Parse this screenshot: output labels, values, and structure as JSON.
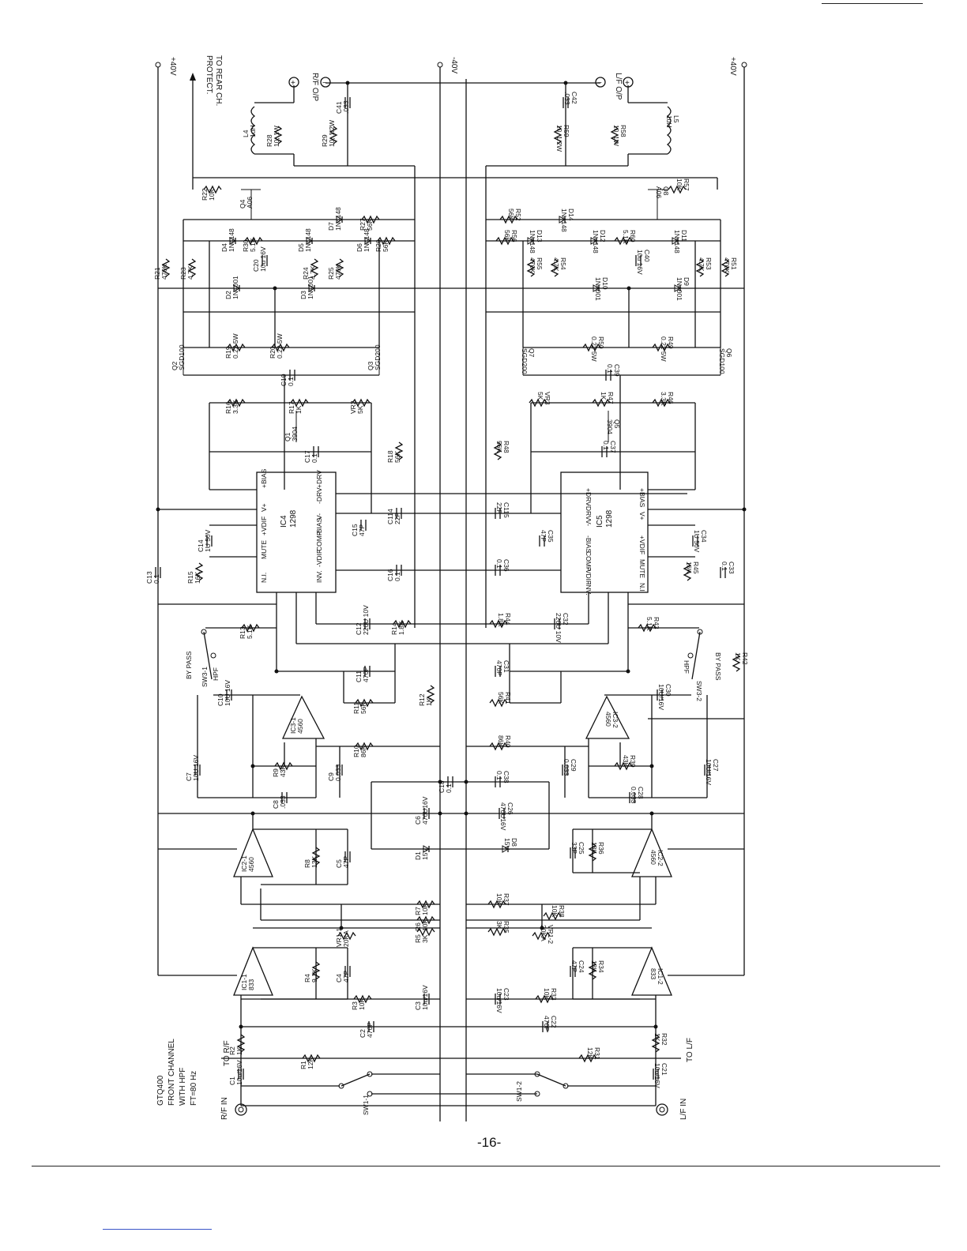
{
  "page_number": "-16-",
  "title_block": {
    "model": "GTQ400",
    "line2": "FRONT CHANNEL",
    "line3": "WITH HPF",
    "line4": "FT=80 Hz"
  },
  "supply": {
    "plus_left": "+40V",
    "minus_center": "-40V",
    "plus_right": "+40V"
  },
  "protect": {
    "line1": "PROTECT.",
    "line2": "TO REAR CH."
  },
  "outputs": {
    "rf": "R/F O/P",
    "lf": "L/F O/P",
    "plus": "+",
    "minus": "−"
  },
  "inputs": {
    "rf_in": "R/F IN",
    "lf_in": "L/F IN",
    "to_rf": "TO R/F",
    "to_lf": "TO L/F"
  },
  "switches": {
    "bypass_left": "BY PASS",
    "hpf_left": "HPF",
    "sw3_1": "SW3-1",
    "bypass_right": "BY PASS",
    "hpf_right": "HPF",
    "sw3_2": "SW3-2",
    "sw1_1": "SW1-1",
    "sw1_2": "SW1-2"
  },
  "ic_power": {
    "ic4": {
      "name": "IC4",
      "part": "1298",
      "pins_top": [
        "N.I.",
        "MUTE",
        "+VDIF",
        "V+",
        "+BIAS"
      ],
      "pins_bottom": [
        "INV.",
        "-VDIF",
        "COMP",
        "-BIAS",
        "V-",
        "-DRV",
        "+DRV"
      ]
    },
    "ic5": {
      "name": "IC5",
      "part": "1298",
      "pins_top": [
        "N.I.",
        "MUTE",
        "+VDIF",
        "V+",
        "+BIAS"
      ],
      "pins_bottom": [
        "INV.",
        "-VDIF",
        "COMP",
        "-BIAS",
        "V-",
        "-DRV",
        "+DRV"
      ]
    }
  },
  "opamps": [
    {
      "id": "ic3_1",
      "name": "IC3-1",
      "part": "4560"
    },
    {
      "id": "ic3_2",
      "name": "IC3-2",
      "part": "4560"
    },
    {
      "id": "ic2_1",
      "name": "IC2-1",
      "part": "4560"
    },
    {
      "id": "ic2_2",
      "name": "IC2-2",
      "part": "4560"
    },
    {
      "id": "ic1_1",
      "name": "IC1-1",
      "part": "833"
    },
    {
      "id": "ic1_2",
      "name": "IC1-2",
      "part": "833"
    }
  ],
  "transistors": [
    {
      "id": "q2",
      "name": "Q2",
      "part": "SGD100"
    },
    {
      "id": "q3",
      "name": "Q3",
      "part": "SGD200"
    },
    {
      "id": "q7",
      "name": "Q7",
      "part": "SGD200"
    },
    {
      "id": "q6",
      "name": "Q6",
      "part": "SGD100"
    },
    {
      "id": "q4",
      "name": "Q4",
      "part": "A06"
    },
    {
      "id": "q8",
      "name": "Q8",
      "part": "A06"
    },
    {
      "id": "q1",
      "name": "Q1",
      "part": "3904"
    },
    {
      "id": "q5",
      "name": "Q5",
      "part": "3904"
    }
  ],
  "resistors": [
    {
      "id": "r28",
      "name": "R28",
      "value": "10, 1W"
    },
    {
      "id": "r29",
      "name": "R29",
      "value": "10, 1/2W"
    },
    {
      "id": "r59",
      "name": "R59",
      "value": "10, 1/2W"
    },
    {
      "id": "r58",
      "name": "R58",
      "value": "10, 1W"
    },
    {
      "id": "r22",
      "name": "R22",
      "value": "10K"
    },
    {
      "id": "r57",
      "name": "R57",
      "value": "10K"
    },
    {
      "id": "r30",
      "name": "R30",
      "value": "5.1K"
    },
    {
      "id": "r60",
      "name": "R60",
      "value": "5.1K"
    },
    {
      "id": "r21",
      "name": "R21",
      "value": "470K"
    },
    {
      "id": "r51",
      "name": "R51",
      "value": "470K"
    },
    {
      "id": "r23",
      "name": "R23",
      "value": "4.7K"
    },
    {
      "id": "r53",
      "name": "R53",
      "value": "4.7K"
    },
    {
      "id": "r24",
      "name": "R24",
      "value": "4.7K"
    },
    {
      "id": "r54",
      "name": "R54",
      "value": "4.7K"
    },
    {
      "id": "r25",
      "name": "R25",
      "value": "470K"
    },
    {
      "id": "r55",
      "name": "R55",
      "value": "470K"
    },
    {
      "id": "r26",
      "name": "R26",
      "value": "56K"
    },
    {
      "id": "r56",
      "name": "R56",
      "value": "56K"
    },
    {
      "id": "r27",
      "name": "R27",
      "value": "56K"
    },
    {
      "id": "r52",
      "name": "R52",
      "value": "56K"
    },
    {
      "id": "r19",
      "name": "R19",
      "value": "0.22 5W"
    },
    {
      "id": "r20",
      "name": "R20",
      "value": "0.22 5W"
    },
    {
      "id": "r50",
      "name": "R50",
      "value": "0.22 5W"
    },
    {
      "id": "r49",
      "name": "R49",
      "value": "0.22 5W"
    },
    {
      "id": "r16",
      "name": "R16",
      "value": "3.3K"
    },
    {
      "id": "r17",
      "name": "R17",
      "value": "1K"
    },
    {
      "id": "vr2",
      "name": "VR2",
      "value": "5K"
    },
    {
      "id": "vr3",
      "name": "VR3",
      "value": "5K"
    },
    {
      "id": "r47",
      "name": "R47",
      "value": "1K"
    },
    {
      "id": "r46",
      "name": "R46",
      "value": "3.3K"
    },
    {
      "id": "r18",
      "name": "R18",
      "value": "56K"
    },
    {
      "id": "r48",
      "name": "R48",
      "value": "56K"
    },
    {
      "id": "r15",
      "name": "R15",
      "value": "16K"
    },
    {
      "id": "r45",
      "name": "R45",
      "value": "16K"
    },
    {
      "id": "r14",
      "name": "R14",
      "value": "1.8K"
    },
    {
      "id": "r44",
      "name": "R44",
      "value": "1.8K"
    },
    {
      "id": "r13",
      "name": "R13",
      "value": "5.1K"
    },
    {
      "id": "r43",
      "name": "R43",
      "value": "5.1K"
    },
    {
      "id": "r42",
      "name": "R42",
      "value": "1K"
    },
    {
      "id": "r12",
      "name": "R12",
      "value": "1K"
    },
    {
      "id": "r11",
      "name": "R11",
      "value": "56K"
    },
    {
      "id": "r41",
      "name": "R41",
      "value": "56K"
    },
    {
      "id": "r10",
      "name": "R10",
      "value": "86K"
    },
    {
      "id": "r40",
      "name": "R40",
      "value": "86K"
    },
    {
      "id": "r9",
      "name": "R9",
      "value": "43K"
    },
    {
      "id": "r39",
      "name": "R39",
      "value": "43K"
    },
    {
      "id": "r8",
      "name": "R8",
      "value": "13K"
    },
    {
      "id": "r36",
      "name": "R36",
      "value": "18K"
    },
    {
      "id": "r7",
      "name": "R7",
      "value": "10K"
    },
    {
      "id": "r37",
      "name": "R37",
      "value": "10K"
    },
    {
      "id": "r6",
      "name": "R6",
      "value": "10K"
    },
    {
      "id": "r38",
      "name": "R38",
      "value": "10K"
    },
    {
      "id": "r5",
      "name": "R5",
      "value": "3K"
    },
    {
      "id": "r35",
      "name": "R35",
      "value": "3K"
    },
    {
      "id": "vr1_1",
      "name": "VR1-1",
      "value": "20KA"
    },
    {
      "id": "vr1_2",
      "name": "VR1-2",
      "value": "20KA"
    },
    {
      "id": "r4",
      "name": "R4",
      "value": "9.1K"
    },
    {
      "id": "r34",
      "name": "R34",
      "value": "18K"
    },
    {
      "id": "r3",
      "name": "R3",
      "value": "10K"
    },
    {
      "id": "r33",
      "name": "R33",
      "value": "10K"
    },
    {
      "id": "r2",
      "name": "R2",
      "value": "1K"
    },
    {
      "id": "r32",
      "name": "R32",
      "value": "1K"
    },
    {
      "id": "r1",
      "name": "R1",
      "value": "12K"
    },
    {
      "id": "r31",
      "name": "R31",
      "value": "12K"
    }
  ],
  "capacitors": [
    {
      "id": "c41",
      "name": "C41",
      "value": ".033"
    },
    {
      "id": "c42",
      "name": "C42",
      "value": ".033"
    },
    {
      "id": "c20",
      "name": "C20",
      "value": "10u 16V"
    },
    {
      "id": "c40",
      "name": "C40",
      "value": "10u 16V"
    },
    {
      "id": "c19",
      "name": "C19",
      "value": "0.1"
    },
    {
      "id": "c39",
      "name": "C39",
      "value": "0.1"
    },
    {
      "id": "c17",
      "name": "C17",
      "value": "0.1"
    },
    {
      "id": "c37",
      "name": "C37",
      "value": "0.1"
    },
    {
      "id": "c13",
      "name": "C13",
      "value": "0.1"
    },
    {
      "id": "c33",
      "name": "C33",
      "value": "0.1"
    },
    {
      "id": "c14",
      "name": "C14",
      "value": "1U 50V"
    },
    {
      "id": "c34",
      "name": "C34",
      "value": "1U 50V"
    },
    {
      "id": "c15",
      "name": "C15",
      "value": "47P"
    },
    {
      "id": "c35",
      "name": "C35",
      "value": "47P"
    },
    {
      "id": "c114",
      "name": "C114",
      "value": "22P"
    },
    {
      "id": "c115",
      "name": "C115",
      "value": "22P"
    },
    {
      "id": "c16",
      "name": "C16",
      "value": "0.1"
    },
    {
      "id": "c36",
      "name": "C36",
      "value": "0.1"
    },
    {
      "id": "c12",
      "name": "C12",
      "value": "220U 10V"
    },
    {
      "id": "c32",
      "name": "C32",
      "value": "220U 10V"
    },
    {
      "id": "c11",
      "name": "C11",
      "value": "470P"
    },
    {
      "id": "c31",
      "name": "C31",
      "value": "470P"
    },
    {
      "id": "c10",
      "name": "C10",
      "value": "10U 16V"
    },
    {
      "id": "c30",
      "name": "C30",
      "value": "10U/16V"
    },
    {
      "id": "c7",
      "name": "C7",
      "value": "10U 16V"
    },
    {
      "id": "c27",
      "name": "C27",
      "value": "10U/16V"
    },
    {
      "id": "c8",
      "name": "C8",
      "value": ".033"
    },
    {
      "id": "c28",
      "name": "C28",
      "value": "0.033"
    },
    {
      "id": "c9",
      "name": "C9",
      "value": "0.033"
    },
    {
      "id": "c29",
      "name": "C29",
      "value": "0.033"
    },
    {
      "id": "c18",
      "name": "C18",
      "value": "0.1"
    },
    {
      "id": "c38",
      "name": "C38",
      "value": "0.1"
    },
    {
      "id": "c6",
      "name": "C6",
      "value": "470U16V"
    },
    {
      "id": "c26",
      "name": "C26",
      "value": "470U16V"
    },
    {
      "id": "c5",
      "name": "C5",
      "value": "47P"
    },
    {
      "id": "c25",
      "name": "C25",
      "value": "33P"
    },
    {
      "id": "c4",
      "name": "C4",
      "value": "47P"
    },
    {
      "id": "c24",
      "name": "C24",
      "value": "47P"
    },
    {
      "id": "c3",
      "name": "C3",
      "value": "10u/16V"
    },
    {
      "id": "c23",
      "name": "C23",
      "value": "10u/16V"
    },
    {
      "id": "c2",
      "name": "C2",
      "value": "470P"
    },
    {
      "id": "c22",
      "name": "C22",
      "value": "470P"
    },
    {
      "id": "c1",
      "name": "C1",
      "value": "10u/16V"
    },
    {
      "id": "c21",
      "name": "C21",
      "value": "10u/16V"
    }
  ],
  "diodes": [
    {
      "id": "d2",
      "name": "D2",
      "value": "1N4001"
    },
    {
      "id": "d3",
      "name": "D3",
      "value": "1N4001"
    },
    {
      "id": "d10",
      "name": "D10",
      "value": "1N4001"
    },
    {
      "id": "d9",
      "name": "D9",
      "value": "1N4001"
    },
    {
      "id": "d4",
      "name": "D4",
      "value": "1N4148"
    },
    {
      "id": "d5",
      "name": "D5",
      "value": "1N4148"
    },
    {
      "id": "d6",
      "name": "D6",
      "value": "1N4148"
    },
    {
      "id": "d7",
      "name": "D7",
      "value": "1N4148"
    },
    {
      "id": "d11",
      "name": "D11",
      "value": "1N4148"
    },
    {
      "id": "d12",
      "name": "D12",
      "value": "1N4148"
    },
    {
      "id": "d13",
      "name": "D13",
      "value": "1N4148"
    },
    {
      "id": "d14",
      "name": "D14",
      "value": "1N4148"
    },
    {
      "id": "d1",
      "name": "D1",
      "value": "15V"
    },
    {
      "id": "d8",
      "name": "D8",
      "value": "15V"
    }
  ],
  "inductors": [
    {
      "id": "l4",
      "name": "L4",
      "value": "1uH"
    },
    {
      "id": "l5",
      "name": "L5",
      "value": "1uH"
    }
  ]
}
